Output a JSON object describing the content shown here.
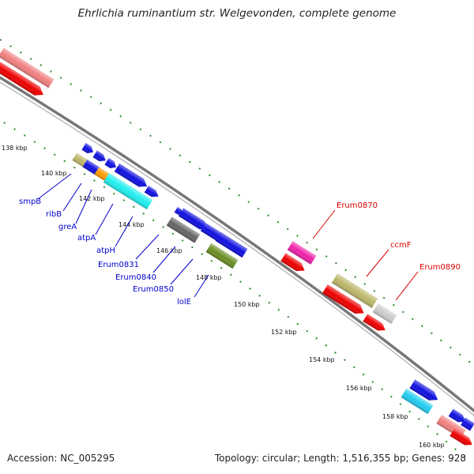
{
  "title": "Ehrlichia ruminantium str. Welgevonden, complete genome",
  "footer": {
    "accession": "Accession: NC_005295",
    "summary": "Topology: circular; Length: 1,516,355 bp; Genes: 928"
  },
  "scale_labels": [
    "138 kbp",
    "140 kbp",
    "142 kbp",
    "144 kbp",
    "146 kbp",
    "148 kbp",
    "150 kbp",
    "152 kbp",
    "154 kbp",
    "156 kbp",
    "158 kbp",
    "160 kbp"
  ],
  "gene_labels_left": [
    "smpB",
    "ribB",
    "greA",
    "atpA",
    "atpH",
    "Erum0831",
    "Erum0840",
    "Erum0850",
    "lolE"
  ],
  "gene_labels_right": [
    "Erum0870",
    "ccmF",
    "Erum0890"
  ],
  "colors": {
    "backbone": "#888888",
    "ticks": "#2e8b2e",
    "label_left": "#0000cc",
    "label_right": "#dd0000",
    "blue": "#1010e0",
    "red": "#ee0000",
    "pink": "#f08080",
    "cyan": "#22eeee",
    "orange": "#ff9900",
    "khaki": "#bdb76b",
    "gray": "#666666",
    "olive": "#6b8e23",
    "magenta": "#ee22aa",
    "lightgray": "#cccccc",
    "skyblue": "#22ccee"
  }
}
